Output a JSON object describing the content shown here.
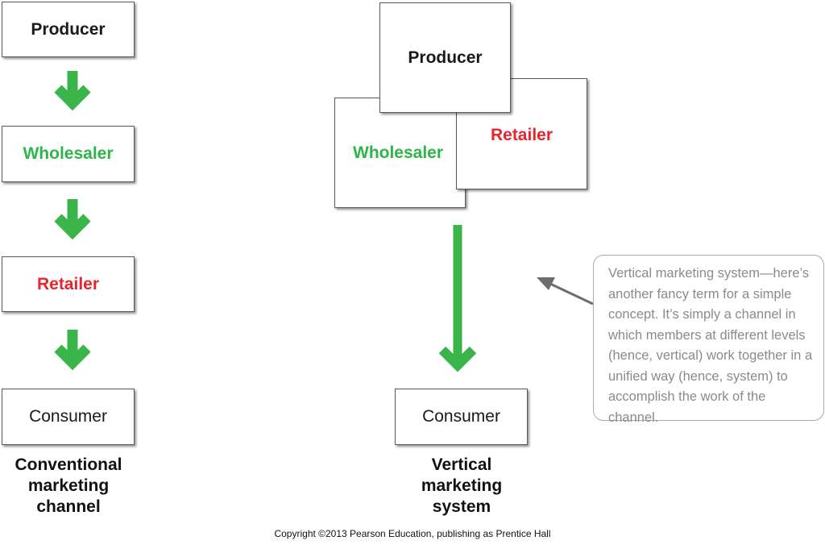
{
  "left_chain": {
    "producer": "Producer",
    "wholesaler": "Wholesaler",
    "retailer": "Retailer",
    "consumer": "Consumer",
    "caption": [
      "Conventional",
      "marketing",
      "channel"
    ]
  },
  "right_system": {
    "producer": "Producer",
    "wholesaler": "Wholesaler",
    "retailer": "Retailer",
    "consumer": "Consumer",
    "caption": [
      "Vertical",
      "marketing",
      "system"
    ]
  },
  "note": {
    "lines": [
      "Vertical marketing system—here’s",
      "another fancy term for a simple",
      "concept. It’s simply a channel in",
      "which members at different levels",
      "(hence, vertical) work together in a",
      "unified way (hence, system) to",
      "accomplish the work of the channel."
    ]
  },
  "copyright": "Copyright ©2013 Pearson Education, publishing as Prentice Hall",
  "colors": {
    "arrow_green": "#3ab54a",
    "wholesaler_green": "#2db54a",
    "retailer_red": "#e8252c",
    "note_border": "#a9a9a9",
    "pointer_gray": "#6d6d6d"
  }
}
